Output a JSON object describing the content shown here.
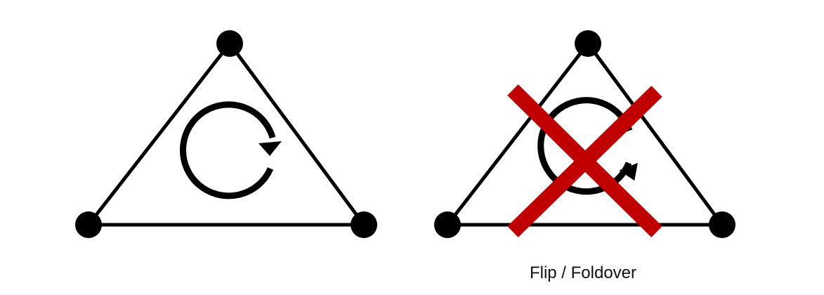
{
  "colors": {
    "stroke": "#000000",
    "cross": "#c00000",
    "background": "#ffffff"
  },
  "panels": [
    {
      "name": "valid-triangle",
      "orientation_icon": "clockwise-arrow-icon",
      "crossed_out": false,
      "caption": ""
    },
    {
      "name": "flipped-triangle",
      "orientation_icon": "counterclockwise-arrow-icon",
      "crossed_out": true,
      "caption": "Flip / Foldover"
    }
  ]
}
